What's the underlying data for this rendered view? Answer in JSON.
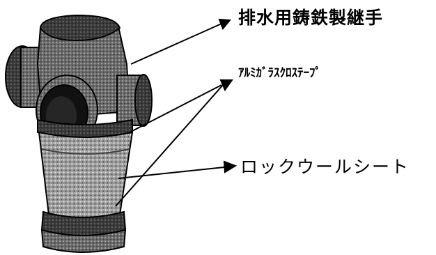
{
  "labels": {
    "cast_iron_joint": "排水用鋳鉄製継手",
    "aluminum_glass_cloth_tape": "ｱﾙﾐｶﾞﾗｽｸﾛｽﾃｰﾌﾟ",
    "rock_wool_sheet": "ロックウールシート"
  },
  "colors": {
    "line": "#000000",
    "fitting_dark": "#2b2b2b",
    "fitting_mid": "#6e6e6e",
    "wool_light": "#bdbdbd"
  }
}
